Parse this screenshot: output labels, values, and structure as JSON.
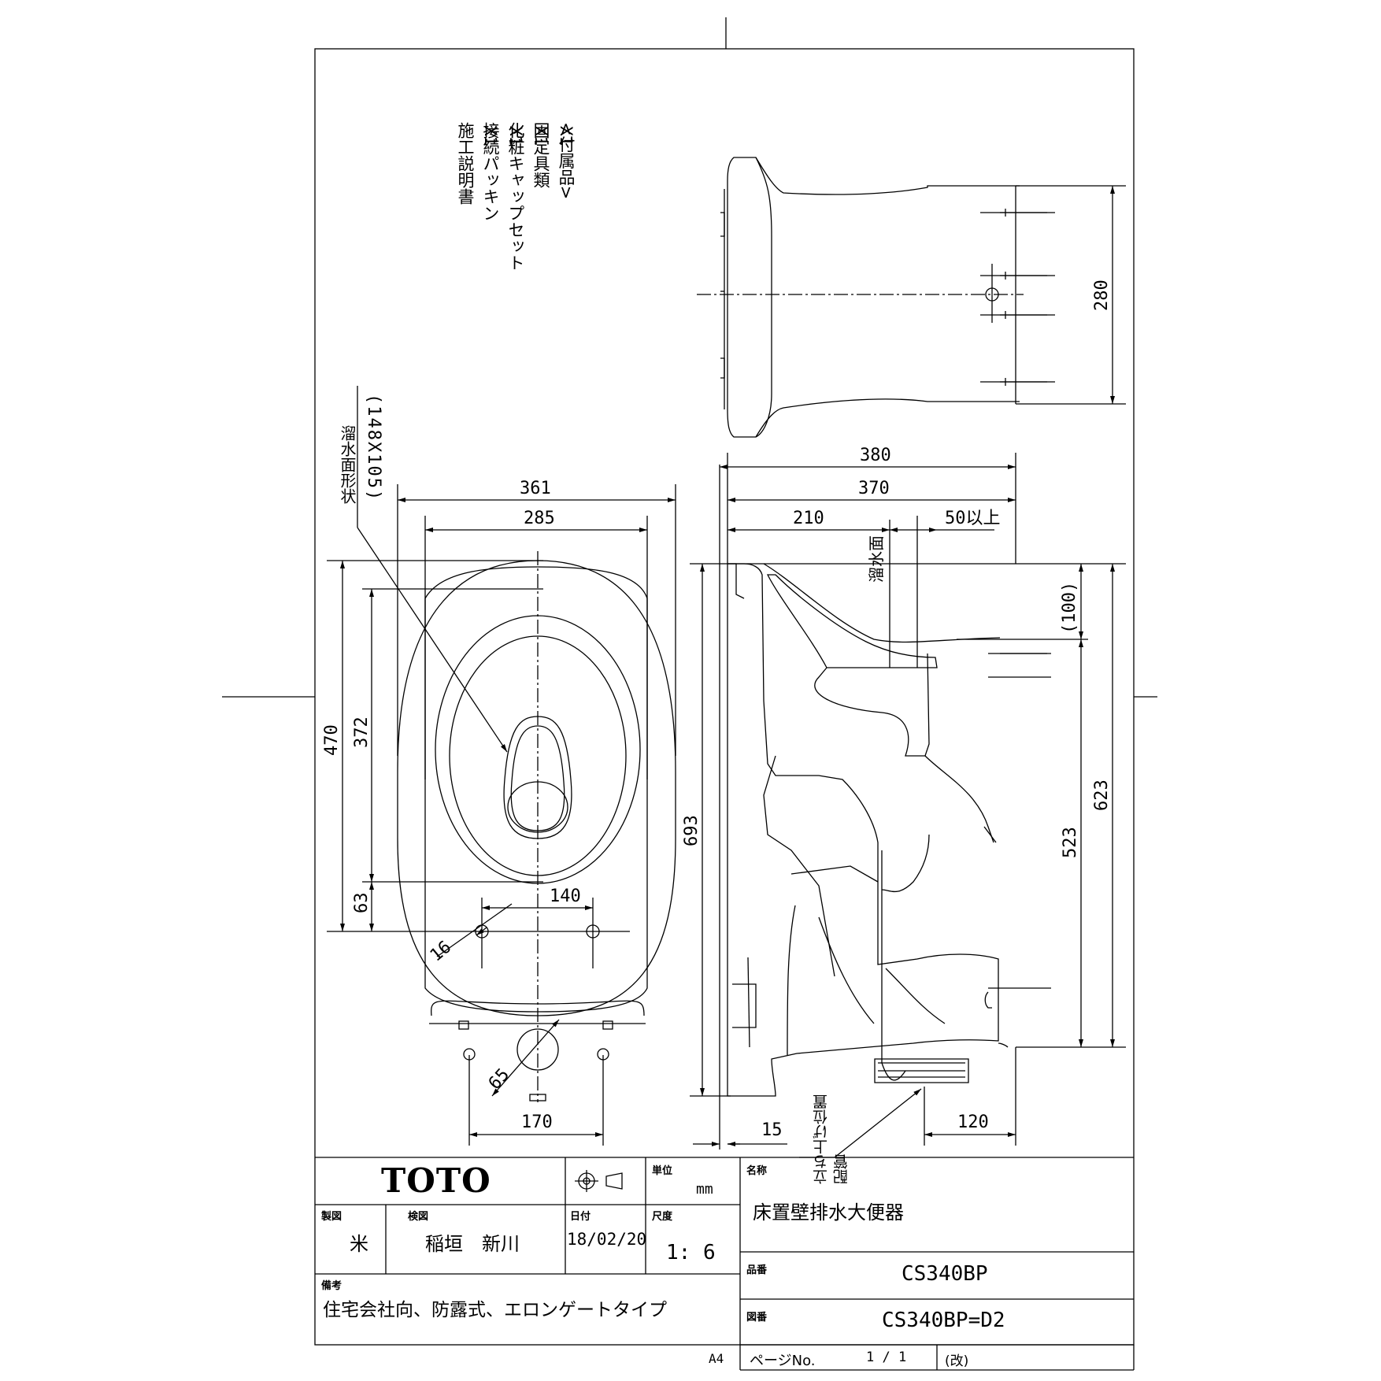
{
  "accessories": {
    "heading": "<付属品>",
    "items": [
      {
        "name": "固定具類",
        "qty": "X1"
      },
      {
        "name": "化粧キャップセット",
        "qty": "X1"
      },
      {
        "name": "接続パッキン",
        "qty": "X1"
      },
      {
        "name": "施工説明書",
        "qty": "X1"
      }
    ]
  },
  "annotations": {
    "water_surface_shape": "溜水面形状",
    "water_surface_size": "(148X105)",
    "water_surface": "溜水面",
    "pipe_position": "配管",
    "pipe_position2": "立ち上げ位置"
  },
  "dimensions": {
    "top_width_outer": "361",
    "top_width_inner": "285",
    "top_len_470": "470",
    "top_len_372": "372",
    "top_63": "63",
    "top_140": "140",
    "top_16": "16",
    "top_65": "65",
    "top_170": "170",
    "side_380": "380",
    "side_370": "370",
    "side_210": "210",
    "side_50": "50以上",
    "side_100": "(100)",
    "side_693": "693",
    "side_623": "623",
    "side_523": "523",
    "side_15": "15",
    "side_120": "120",
    "rear_280": "280"
  },
  "title_block": {
    "logo": "TOTO",
    "unit_label": "単位",
    "unit_value": "mm",
    "name_label": "名称",
    "name_value": "床置壁排水大便器",
    "drafter_label": "製図",
    "drafter_value": "米",
    "checker_label": "検図",
    "checker_value": "稲垣　新川",
    "date_label": "日付",
    "date_value": "18/02/20",
    "scale_label": "尺度",
    "scale_value": "1: 6",
    "part_label": "品番",
    "part_value": "CS340BP",
    "notes_label": "備考",
    "notes_value": "住宅会社向、防露式、エロンゲートタイプ",
    "drawing_label": "図番",
    "drawing_value": "CS340BP=D2",
    "page_label": "ページNo.",
    "page_value": "1 / 1",
    "revision": "(改)",
    "paper_size": "A4"
  }
}
